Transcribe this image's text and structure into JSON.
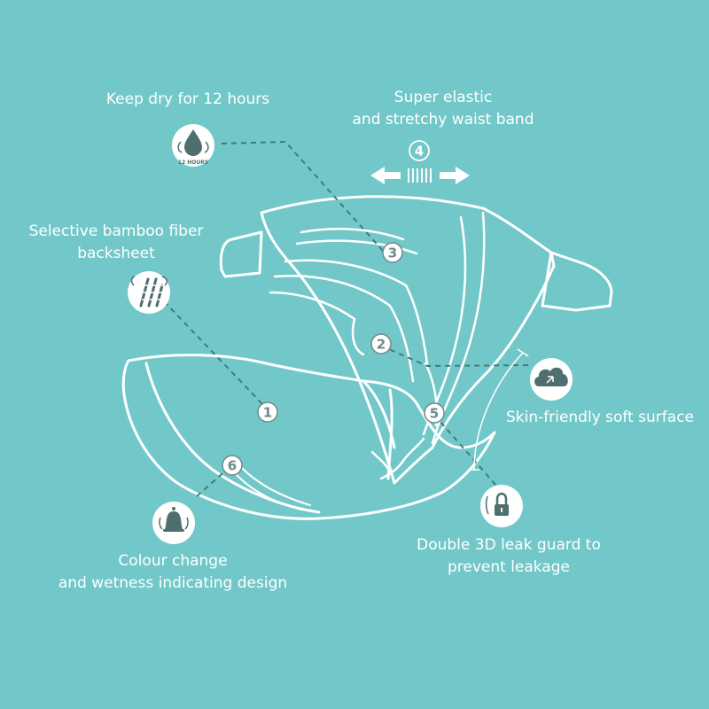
{
  "labels": {
    "keep_dry": "Keep dry for 12 hours",
    "waist_line1": "Super elastic",
    "waist_line2": "and stretchy waist band",
    "bamboo_line1": "Selective bamboo fiber",
    "bamboo_line2": "backsheet",
    "skin": "Skin-friendly soft surface",
    "leak_line1": "Double 3D leak guard to",
    "leak_line2": "prevent leakage",
    "colour_line1": "Colour change",
    "colour_line2": "and wetness indicating design"
  },
  "markers": [
    "1",
    "2",
    "3",
    "4",
    "5",
    "6"
  ],
  "icon_texts": {
    "hours": "12 HOURS"
  },
  "icons": [
    "water-drop-icon",
    "bamboo-icon",
    "cloud-icon",
    "lock-icon",
    "bell-icon",
    "stretch-arrows-icon"
  ],
  "colors": {
    "background": "#72c8c9",
    "line": "#ffffff",
    "marker_text": "#6f8a88",
    "leader": "#3f7d7c",
    "icon_glyph": "#4e6f6d"
  }
}
